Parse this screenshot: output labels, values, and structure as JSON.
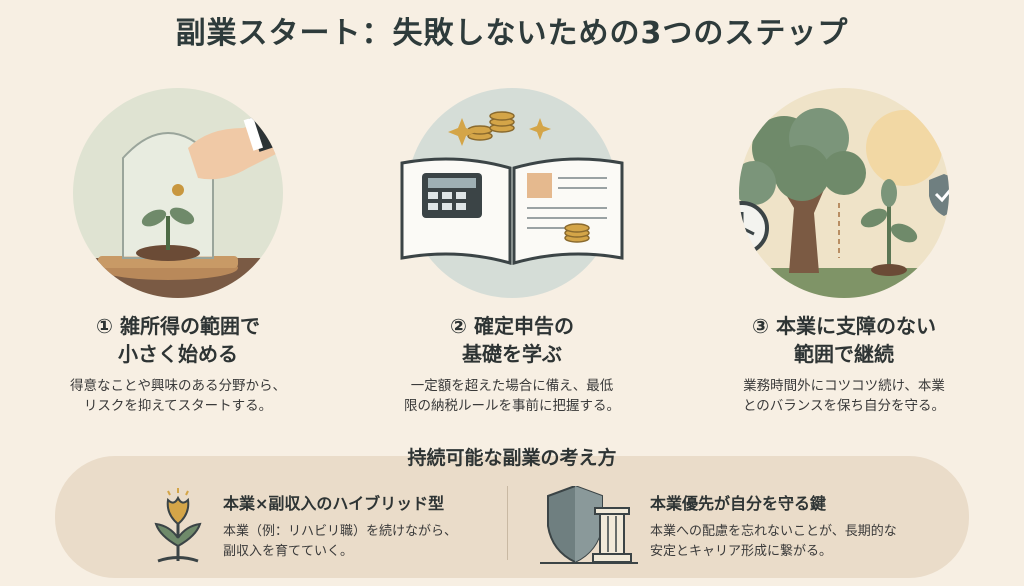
{
  "title": "副業スタート：失敗しないための3つのステップ",
  "steps": [
    {
      "heading_line1": "① 雑所得の範囲で",
      "heading_line2": "小さく始める",
      "body_line1": "得意なことや興味のある分野から、",
      "body_line2": "リスクを抑えてスタートする。",
      "icon": "glass-dome-sprout-icon"
    },
    {
      "heading_line1": "② 確定申告の",
      "heading_line2": "基礎を学ぶ",
      "body_line1": "一定額を超えた場合に備え、最低",
      "body_line2": "限の納税ルールを事前に把握する。",
      "icon": "book-calculator-icon"
    },
    {
      "heading_line1": "③ 本業に支障のない",
      "heading_line2": "範囲で継続",
      "body_line1": "業務時間外にコツコツ続け、本業",
      "body_line2": "とのバランスを保ち自分を守る。",
      "icon": "tree-clock-shield-icon"
    }
  ],
  "bottom": {
    "title": "持続可能な副業の考え方",
    "cards": [
      {
        "heading": "本業×副収入のハイブリッド型",
        "body_line1": "本業（例：リハビリ職）を続けながら、",
        "body_line2": "副収入を育てていく。",
        "icon": "sprout-icon"
      },
      {
        "heading": "本業優先が自分を守る鍵",
        "body_line1": "本業への配慮を忘れないことが、長期的な",
        "body_line2": "安定とキャリア形成に繋がる。",
        "icon": "shield-pillar-icon"
      }
    ]
  },
  "colors": {
    "background": "#f7efe3",
    "panel": "#eadcc9",
    "text": "#2e3434",
    "leaf": "#6f8a6a",
    "gold": "#d4a548"
  }
}
